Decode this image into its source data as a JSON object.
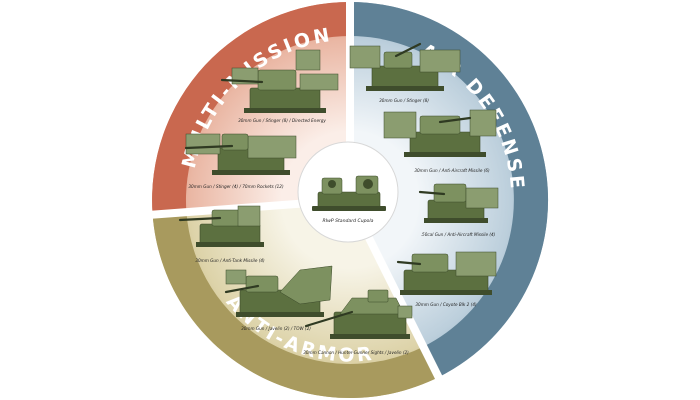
{
  "sectors": {
    "multi_mission": {
      "title": "MULTI-MISSION",
      "color": "#c9684f",
      "fade": "#f6ddd2"
    },
    "air_defense": {
      "title": "AIR DEFENSE",
      "color": "#5f8196",
      "fade": "#dde7ee"
    },
    "anti_armor": {
      "title": "ANTI-ARMOR",
      "color": "#a89a5e",
      "fade": "#ece6cc"
    }
  },
  "center": {
    "label": "RIwP Standard Cupola"
  },
  "systems": {
    "mm1": {
      "caption": "30mm Gun / Stinger (8) / Directed Energy"
    },
    "mm2": {
      "caption": "30mm Gun / Stinger (4) / 70mm Rockets (12)"
    },
    "ad1": {
      "caption": "30mm Gun / Stinger (8)"
    },
    "ad2": {
      "caption": "30mm Gun / Anti-Aircraft Missile (6)"
    },
    "ad3": {
      "caption": ".50cal Gun / Anti-Aircraft Missile (4)"
    },
    "ad4": {
      "caption": "30mm Gun / Coyote Blk 2 (4)"
    },
    "aa1": {
      "caption": "30mm Gun / Anti-Tank Missile (4)"
    },
    "aa2": {
      "caption": "30mm Gun / Javelin (2) / TOW (2)"
    },
    "aa3": {
      "caption": "30mm Cannon / Hunter-Gunner Sights / Javelin (2)"
    }
  }
}
